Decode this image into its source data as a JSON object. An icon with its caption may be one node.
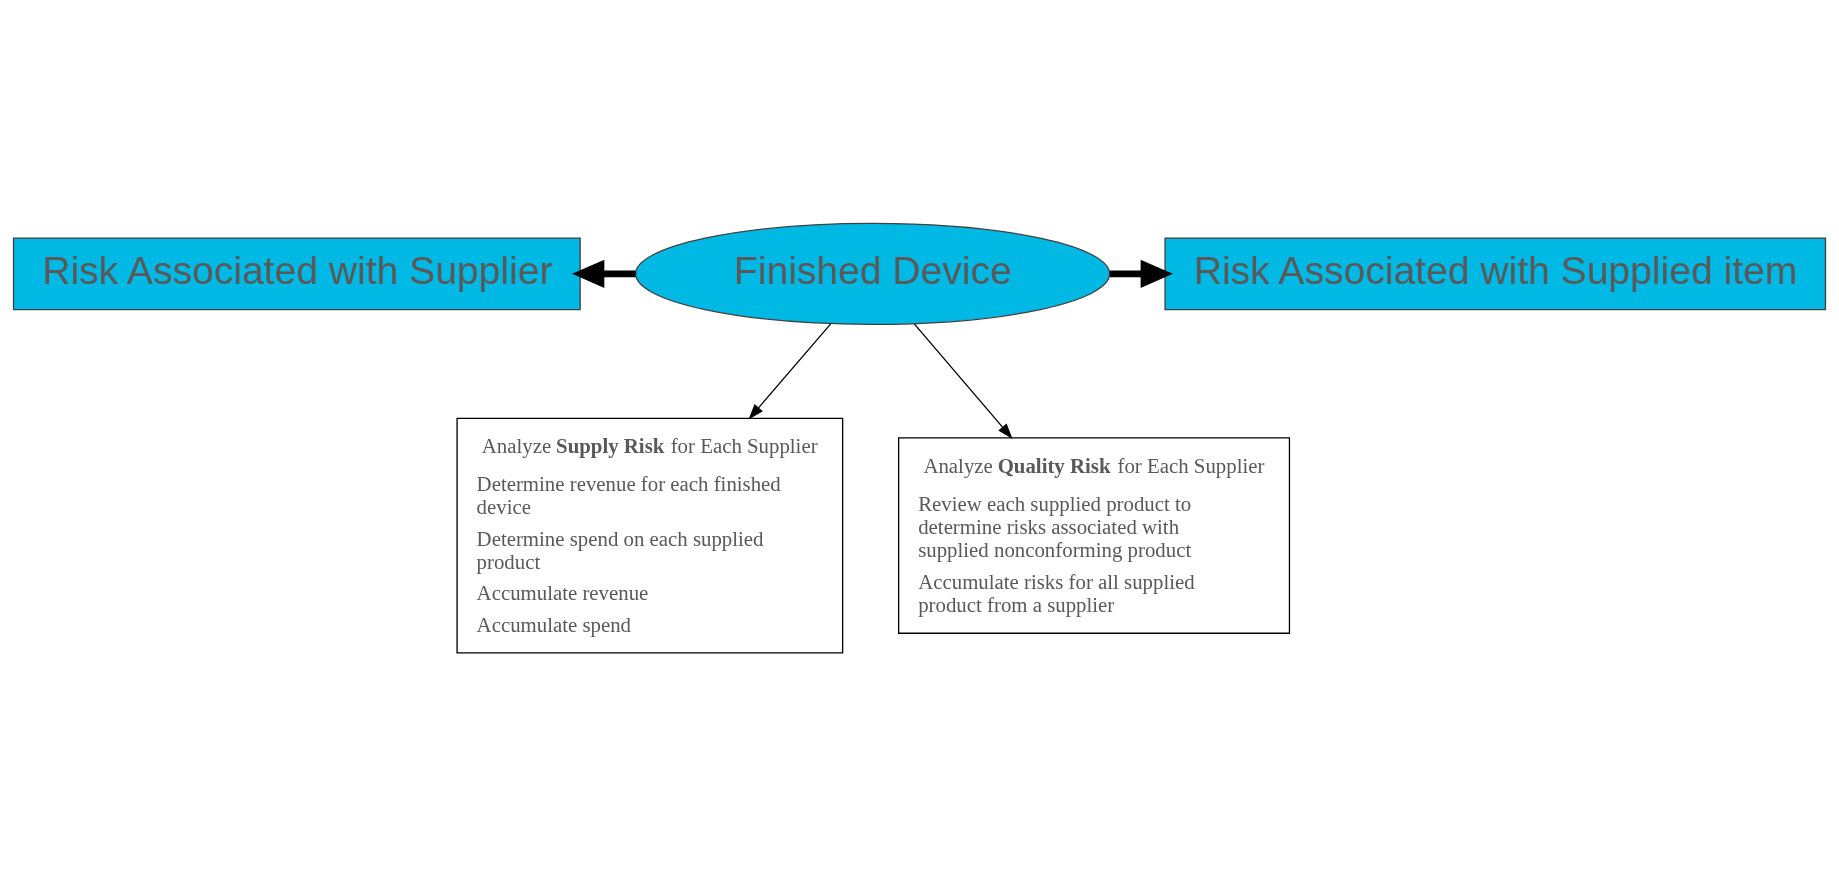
{
  "diagram": {
    "nodes": [
      {
        "text": [
          "Risk Associated with Supplier"
        ]
      },
      {
        "text": [
          "Finished Device"
        ]
      },
      {
        "text": [
          "Risk Associated with Supplied item"
        ]
      },
      {
        "text": [
          "Analyze **Supply Risk** for Each Supplier",
          "Determine revenue for each finished device",
          "Determine spend on each supplied product",
          "Accumulate revenue",
          "Accumulate spend"
        ]
      },
      {
        "text": [
          "Analyze **Quality Risk** for Each Supplier",
          "Review each supplied product to determine risks associated with supplied nonconforming product",
          "Accumulate risks for all supplied product from a supplier"
        ]
      }
    ],
    "edges": [
      {
        "from": 1,
        "to": 0,
        "arrow": "to",
        "style": "thick"
      },
      {
        "from": 1,
        "to": 2,
        "arrow": "to",
        "style": "thick"
      },
      {
        "from": 1,
        "to": 3,
        "arrow": "to"
      },
      {
        "from": 1,
        "to": 4,
        "arrow": "to"
      }
    ]
  }
}
